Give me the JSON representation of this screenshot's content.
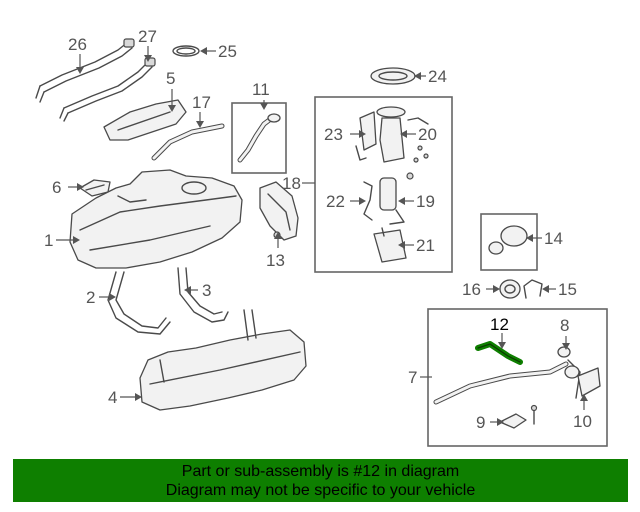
{
  "callouts": [
    {
      "id": "1",
      "label": "1"
    },
    {
      "id": "2",
      "label": "2"
    },
    {
      "id": "3",
      "label": "3"
    },
    {
      "id": "4",
      "label": "4"
    },
    {
      "id": "5",
      "label": "5"
    },
    {
      "id": "6",
      "label": "6"
    },
    {
      "id": "7",
      "label": "7"
    },
    {
      "id": "8",
      "label": "8"
    },
    {
      "id": "9",
      "label": "9"
    },
    {
      "id": "10",
      "label": "10"
    },
    {
      "id": "11",
      "label": "11"
    },
    {
      "id": "12",
      "label": "12"
    },
    {
      "id": "13",
      "label": "13"
    },
    {
      "id": "14",
      "label": "14"
    },
    {
      "id": "15",
      "label": "15"
    },
    {
      "id": "16",
      "label": "16"
    },
    {
      "id": "17",
      "label": "17"
    },
    {
      "id": "18",
      "label": "18"
    },
    {
      "id": "19",
      "label": "19"
    },
    {
      "id": "20",
      "label": "20"
    },
    {
      "id": "21",
      "label": "21"
    },
    {
      "id": "22",
      "label": "22"
    },
    {
      "id": "23",
      "label": "23"
    },
    {
      "id": "24",
      "label": "24"
    },
    {
      "id": "25",
      "label": "25"
    },
    {
      "id": "26",
      "label": "26"
    },
    {
      "id": "27",
      "label": "27"
    }
  ],
  "highlighted_part": "12",
  "colors": {
    "highlight": "#0e7f00",
    "banner": "#0e7f00",
    "line": "#555555"
  },
  "banner": {
    "line1": "Part or sub-assembly is #12 in diagram",
    "line2": "Diagram may not be specific to your vehicle"
  }
}
